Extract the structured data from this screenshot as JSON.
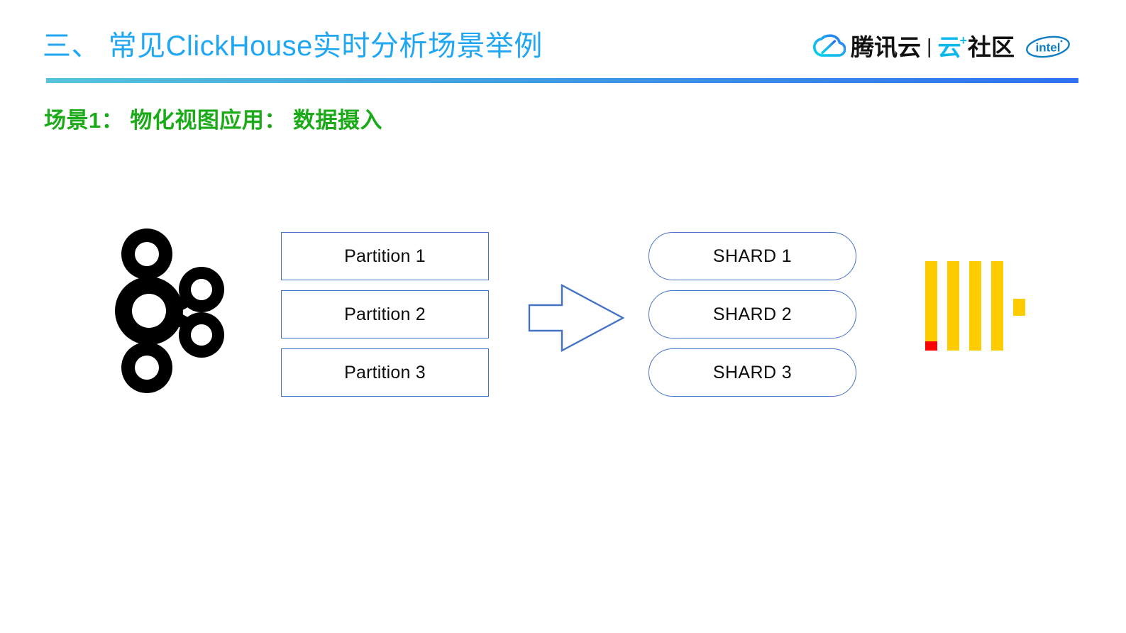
{
  "slide": {
    "title": "三、 常见ClickHouse实时分析场景举例",
    "scene_heading": "场景1： 物化视图应用： 数据摄入",
    "title_color": "#21A7F2",
    "heading_color": "#1CAB18",
    "divider_gradient_from": "#55C4DC",
    "divider_gradient_to": "#2E72F0"
  },
  "brand": {
    "cloud_icon": "tencent-cloud-icon",
    "tencent_text": "腾讯云",
    "separator": "|",
    "community_yun": "云",
    "community_plus": "+",
    "community_shequ": "社区",
    "intel_text": "intel",
    "accent_color": "#0FB8EC",
    "intel_color": "#0F7DC2"
  },
  "diagram": {
    "source_icon": "apache-kafka-icon",
    "partitions": [
      {
        "label": "Partition 1"
      },
      {
        "label": "Partition 2"
      },
      {
        "label": "Partition 3"
      }
    ],
    "arrow_icon": "right-block-arrow-icon",
    "shards": [
      {
        "label": "SHARD 1"
      },
      {
        "label": "SHARD 2"
      },
      {
        "label": "SHARD 3"
      }
    ],
    "target_icon": "clickhouse-icon",
    "box_border_color": "#4472C4",
    "clickhouse_yellow": "#FFCC00",
    "clickhouse_red": "#FF0000"
  }
}
